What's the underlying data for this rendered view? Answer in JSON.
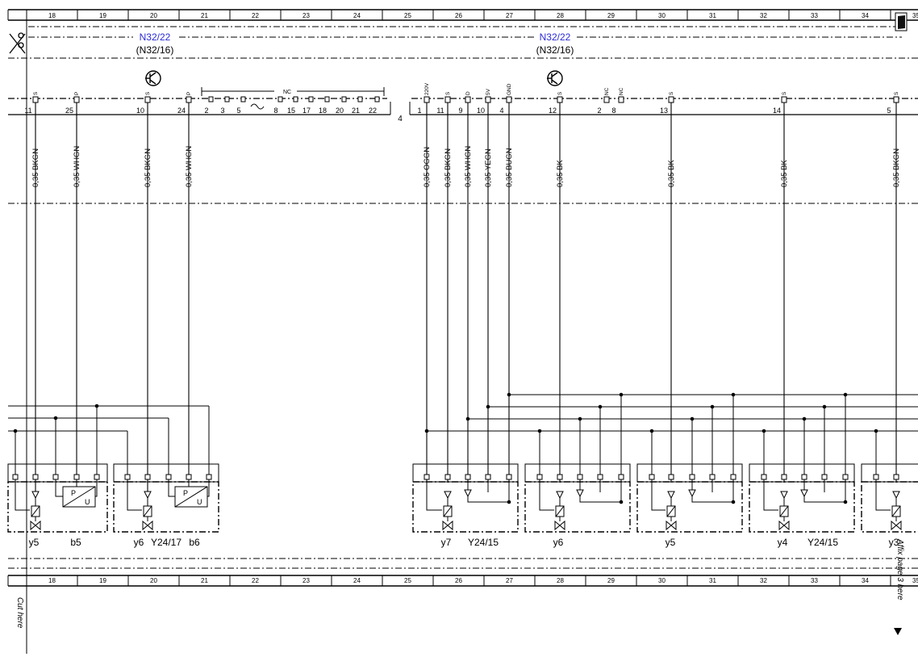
{
  "grid": {
    "columns": [
      "18",
      "19",
      "20",
      "21",
      "22",
      "23",
      "24",
      "25",
      "26",
      "27",
      "28",
      "29",
      "30",
      "31",
      "32",
      "33",
      "34",
      "35"
    ]
  },
  "modules": {
    "left_name": "N32/22",
    "left_sub": "(N32/16)",
    "right_name": "N32/22",
    "right_sub": "(N32/16)"
  },
  "connector_left": {
    "pins": [
      {
        "num": "11",
        "sig": "S"
      },
      {
        "num": "25",
        "sig": "P"
      },
      {
        "num": "10",
        "sig": "S"
      },
      {
        "num": "24",
        "sig": "P"
      }
    ],
    "nc_label": "NC",
    "nc_pins": [
      "2",
      "3",
      "5",
      "8",
      "15",
      "17",
      "18",
      "20",
      "21",
      "22"
    ],
    "side_number": "4"
  },
  "connector_right": {
    "pins": [
      {
        "num": "1",
        "sig": "220V"
      },
      {
        "num": "11",
        "sig": "S"
      },
      {
        "num": "9",
        "sig": "D"
      },
      {
        "num": "10",
        "sig": "5V"
      },
      {
        "num": "4",
        "sig": "GND"
      },
      {
        "num": "12",
        "sig": "S"
      },
      {
        "num": "2",
        "sig": "NC"
      },
      {
        "num": "8",
        "sig": "NC"
      },
      {
        "num": "13",
        "sig": "S"
      },
      {
        "num": "14",
        "sig": "S"
      },
      {
        "num": "5",
        "sig": "S"
      }
    ]
  },
  "wires": [
    "0,35 BKGN",
    "0,35 WHGN",
    "0,35 BKGN",
    "0,35 WHGN",
    "0,35 OGGN",
    "0,35 BKGN",
    "0,35 WHGN",
    "0,35 YEGN",
    "0,35 BUGN",
    "0,35 BK",
    "0,35 BK",
    "0,35 BK",
    "0,35 BKGN"
  ],
  "components": {
    "y5": "y5",
    "b5": "b5",
    "y6": "y6",
    "y24_17": "Y24/17",
    "b6": "b6",
    "y7": "y7",
    "y24_15a": "Y24/15",
    "y6b": "y6",
    "y5b": "y5",
    "y4": "y4",
    "y24_15b": "Y24/15",
    "y3": "y3"
  },
  "sensor_letters": {
    "p": "P",
    "u": "U"
  },
  "cut_left": "Cut here",
  "cut_right": "Affix page 3 here",
  "icons": [
    "scissors-icon",
    "transistor-icon",
    "book-icon",
    "arrow-down-icon"
  ]
}
